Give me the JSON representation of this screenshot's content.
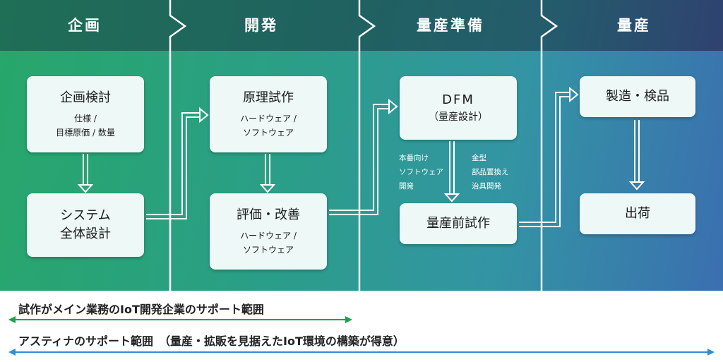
{
  "phases": [
    {
      "label": "企画"
    },
    {
      "label": "開発"
    },
    {
      "label": "量産準備"
    },
    {
      "label": "量産"
    }
  ],
  "boxes": {
    "planning_review": {
      "title": "企画検討",
      "sub": "仕様 /\n目標原価 / 数量"
    },
    "system_design": {
      "title": "システム\n全体設計"
    },
    "prototype": {
      "title": "原理試作",
      "sub": "ハードウェア /\nソフトウェア"
    },
    "evaluation": {
      "title": "評価・改善",
      "sub": "ハードウェア /\nソフトウェア"
    },
    "dfm": {
      "title": "DFM",
      "sub": "（量産設計）"
    },
    "pre_production": {
      "title": "量産前試作"
    },
    "manufacturing": {
      "title": "製造・検品"
    },
    "shipping": {
      "title": "出荷"
    }
  },
  "notes": {
    "software_note": "本番向け\nソフトウェア\n開発",
    "hardware_note": "金型\n部品置換え\n治具開発"
  },
  "ranges": {
    "iot_partner": {
      "label": "試作がメイン業務のIoT開発企業のサポート範囲",
      "color": "#1aa34a"
    },
    "astina": {
      "label": "アスティナのサポート範囲　（量産・拡販を見据えたIoT環境の構築が得意）",
      "color": "#2a8fd6"
    }
  },
  "colors": {
    "arrow": "#ffffff",
    "box_bg": "#eef8f7",
    "divider": "#ffffff"
  }
}
